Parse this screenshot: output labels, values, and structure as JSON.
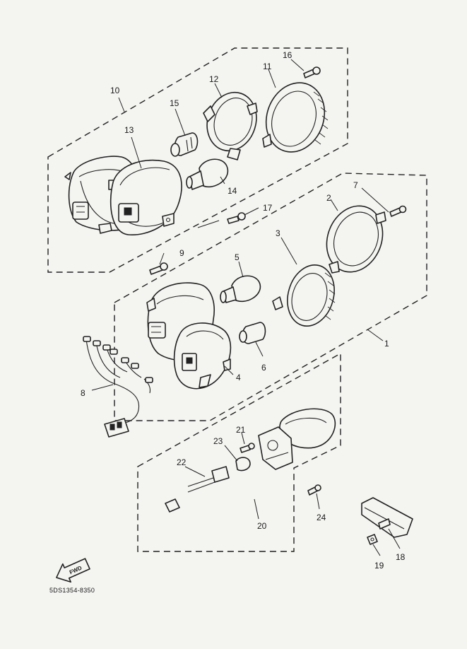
{
  "diagram": {
    "catalog_code": "5DS1354-8350",
    "fwd_badge": "FWD",
    "callouts": [
      "1",
      "2",
      "3",
      "4",
      "5",
      "6",
      "7",
      "8",
      "9",
      "10",
      "11",
      "12",
      "13",
      "14",
      "15",
      "16",
      "17",
      "18",
      "19",
      "20",
      "21",
      "22",
      "23",
      "24"
    ]
  },
  "colors": {
    "ink": "#222222",
    "paper": "#f4f4f1"
  }
}
